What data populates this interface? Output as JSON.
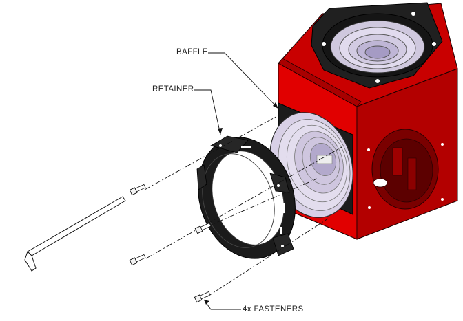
{
  "labels": {
    "baffle": "BAFFLE",
    "retainer": "RETAINER",
    "fasteners": "4x  FASTENERS"
  },
  "icons": {
    "cube": "red-cube-housing-icon",
    "retainer": "retainer-ring-icon",
    "baffle": "baffle-lens-icon",
    "key": "hex-key-icon",
    "screw": "screw-icon"
  },
  "colors": {
    "housing_red": "#d40000",
    "housing_dark_red": "#9a0000",
    "retainer_black": "#1c1c1c",
    "baffle_lavender": "#d9d2e6",
    "line": "#111111"
  }
}
